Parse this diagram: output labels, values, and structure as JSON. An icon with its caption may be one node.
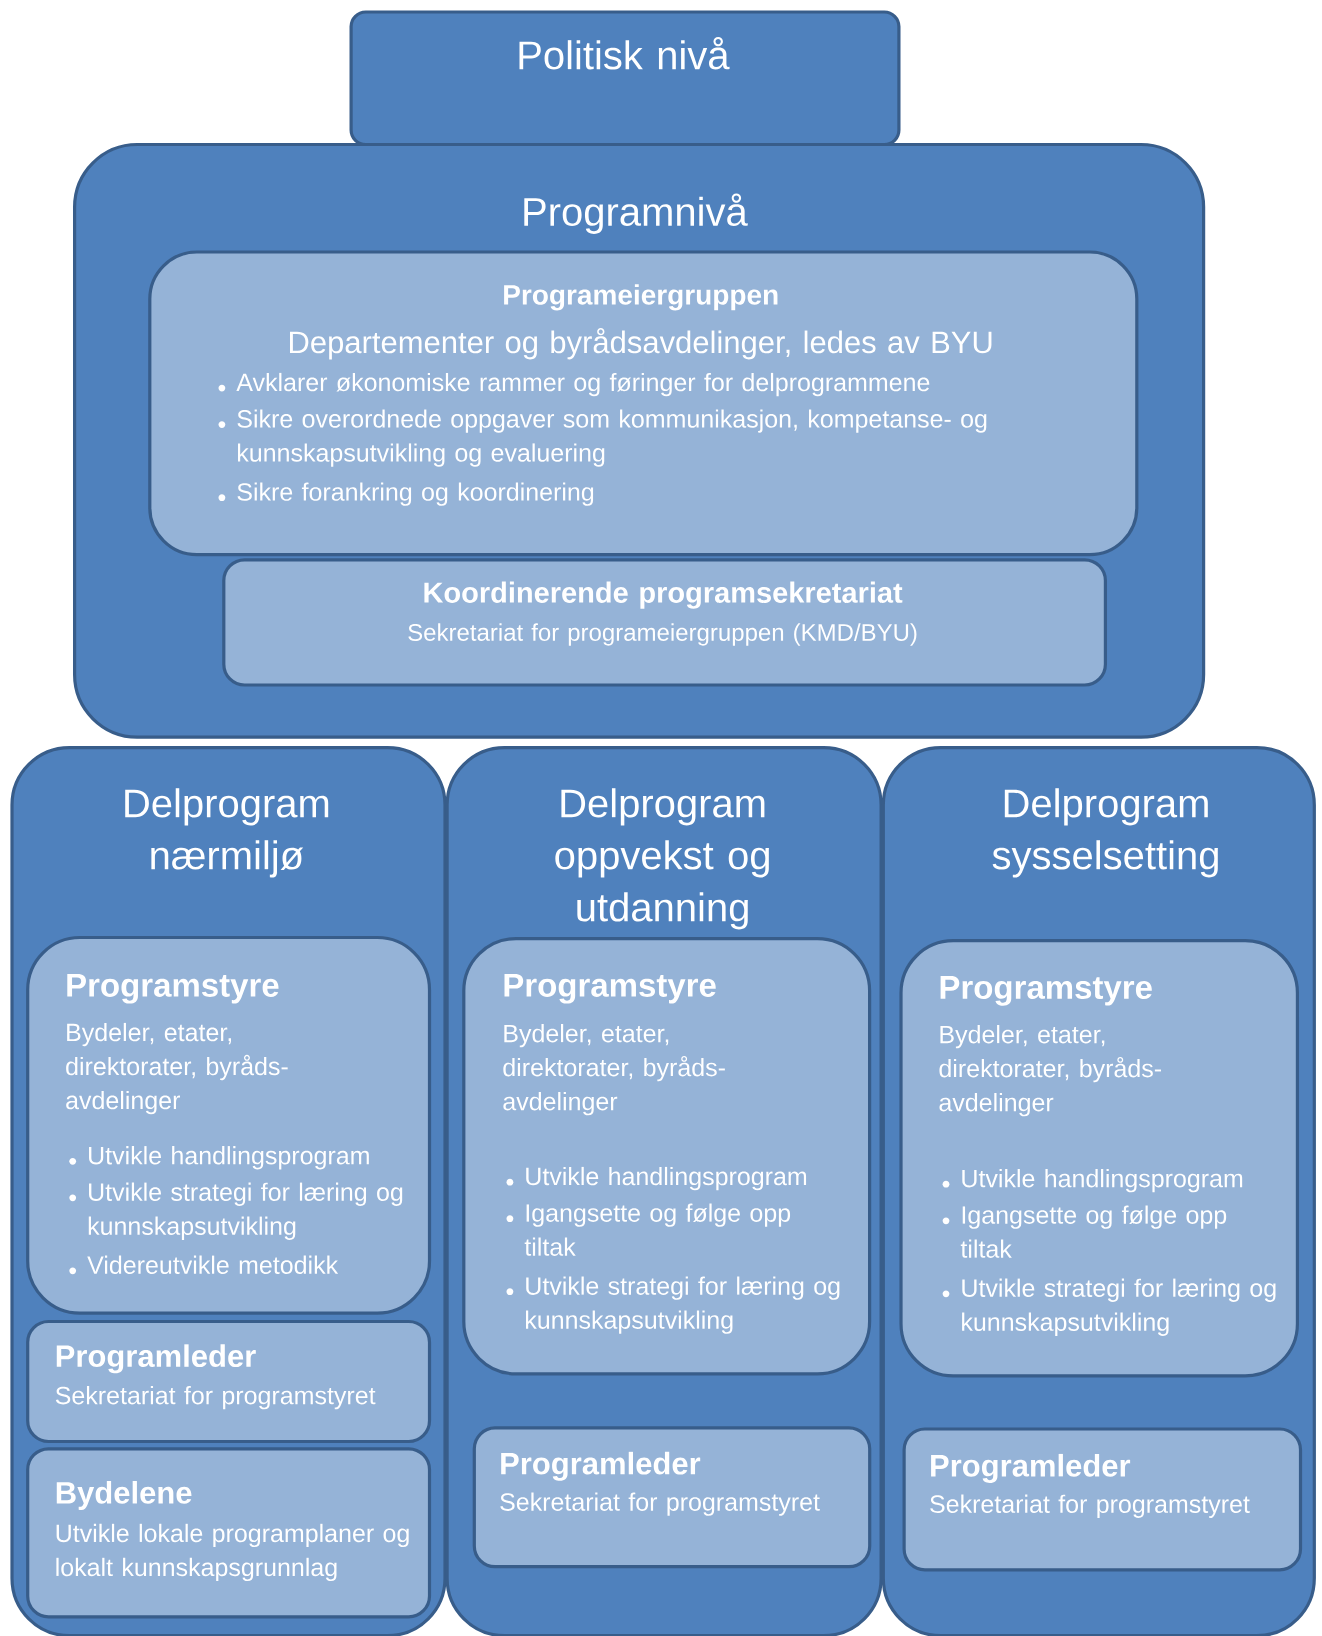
{
  "diagram": {
    "nodes": [
      {
        "text": [
          "Politisk nivå"
        ]
      },
      {
        "text": [
          "Programnivå"
        ]
      },
      {
        "text": [
          "Programeiergruppen",
          "Departementer og byrådsavdelinger, ledes av BYU",
          "Avklarer økonomiske rammer og føringer for delprogrammene",
          "Sikre overordnede oppgaver som kommunikasjon, kompetanse- og kunnskapsutvikling og evaluering",
          "Sikre forankring og koordinering"
        ],
        "in": 1
      },
      {
        "text": [
          "Koordinerende programsekretariat",
          "Sekretariat for programeiergruppen (KMD/BYU)"
        ],
        "in": 1
      },
      {
        "text": [
          "Delprogram nærmiljø"
        ]
      },
      {
        "text": [
          "Programstyre",
          "Bydeler, etater, direktorater, byråds- avdelinger",
          "Utvikle handlingsprogram",
          "Utvikle strategi for læring og kunnskapsutvikling",
          "Videreutvikle metodikk"
        ],
        "in": 4
      },
      {
        "text": [
          "Programleder",
          "Sekretariat for programstyret"
        ],
        "in": 4
      },
      {
        "text": [
          "Bydelene",
          "Utvikle lokale programplaner og lokalt kunnskapsgrunnlag"
        ],
        "in": 4
      },
      {
        "text": [
          "Delprogram oppvekst og utdanning"
        ]
      },
      {
        "text": [
          "Programstyre",
          "Bydeler, etater, direktorater, byråds- avdelinger",
          "Utvikle handlingsprogram",
          "Igangsette og følge opp tiltak",
          "Utvikle strategi for læring og kunnskapsutvikling"
        ],
        "in": 8
      },
      {
        "text": [
          "Programleder",
          "Sekretariat for programstyret"
        ],
        "in": 8
      },
      {
        "text": [
          "Delprogram sysselsetting"
        ]
      },
      {
        "text": [
          "Programstyre",
          "Bydeler, etater, direktorater, byråds- avdelinger",
          "Utvikle handlingsprogram",
          "Igangsette og følge opp tiltak",
          "Utvikle strategi for læring og kunnskapsutvikling"
        ],
        "in": 11
      },
      {
        "text": [
          "Programleder",
          "Sekretariat for programstyret"
        ],
        "in": 11
      }
    ],
    "edges": []
  }
}
